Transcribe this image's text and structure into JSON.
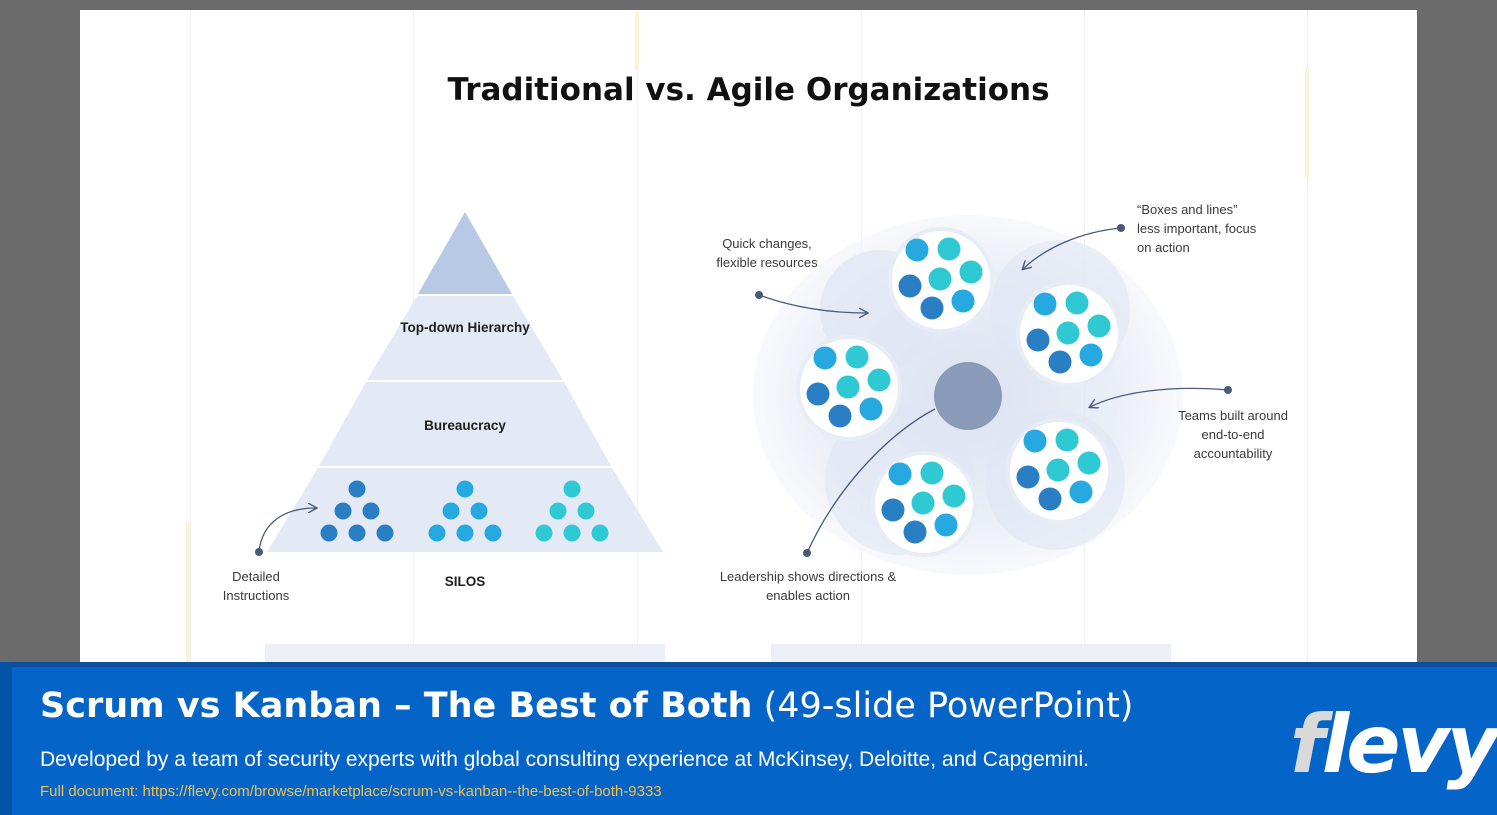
{
  "slide": {
    "title": "Traditional vs. Agile Organizations",
    "pyramid": {
      "levels": [
        "Top-down Hierarchy",
        "Bureaucracy"
      ],
      "base_label": "SILOS",
      "callout": "Detailed Instructions"
    },
    "agile": {
      "callouts": {
        "quick_changes": "Quick changes, flexible resources",
        "boxes_and_lines": "“Boxes and lines” less important, focus on action",
        "teams_built": "Teams built around end-to-end accountability",
        "leadership": "Leadership shows directions & enables action"
      }
    }
  },
  "banner": {
    "title_bold": "Scrum vs Kanban – The Best of Both",
    "title_light": "(49-slide PowerPoint)",
    "description": "Developed by a team of security experts with global consulting experience at McKinsey, Deloitte, and Capgemini.",
    "link": "Full document: https://flevy.com/browse/marketplace/scrum-vs-kanban--the-best-of-both-9333",
    "logo": "flevy"
  },
  "colors": {
    "banner_bg": "#0464c8",
    "link_color": "#f2c14e",
    "dot_dark": "#2a7fc4",
    "dot_mid": "#26a9e0",
    "dot_teal": "#2fc9d3",
    "leader_circle": "#8a9bb9"
  }
}
